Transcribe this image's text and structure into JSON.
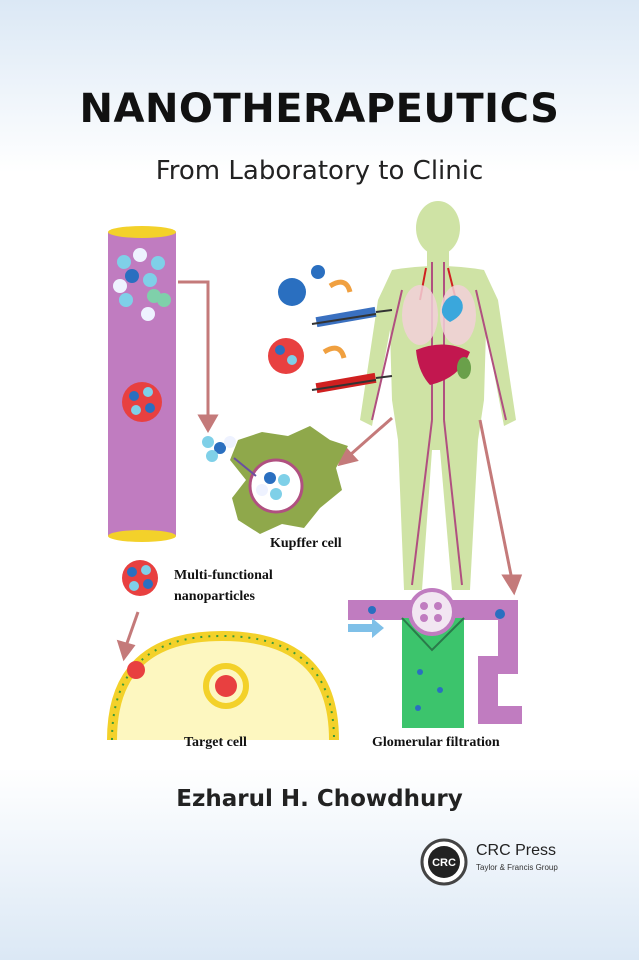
{
  "book": {
    "title": "NANOTHERAPEUTICS",
    "subtitle": "From Laboratory to Clinic",
    "author": "Ezharul H. Chowdhury"
  },
  "figure": {
    "label_kupffer": "Kupffer cell",
    "label_nanoparticles_1": "Multi-functional",
    "label_nanoparticles_2": "nanoparticles",
    "label_target": "Target cell",
    "label_glomerular": "Glomerular filtration"
  },
  "publisher": {
    "logo_text": "CRC",
    "name": "CRC Press",
    "group": "Taylor & Francis Group"
  },
  "colors": {
    "vessel": "#c07cc0",
    "vessel_cap": "#f3d12a",
    "body": "#cfe3a5",
    "arrow": "#c47a7a",
    "kupffer": "#8fa84b",
    "glomerulus": "#3cc46c"
  }
}
